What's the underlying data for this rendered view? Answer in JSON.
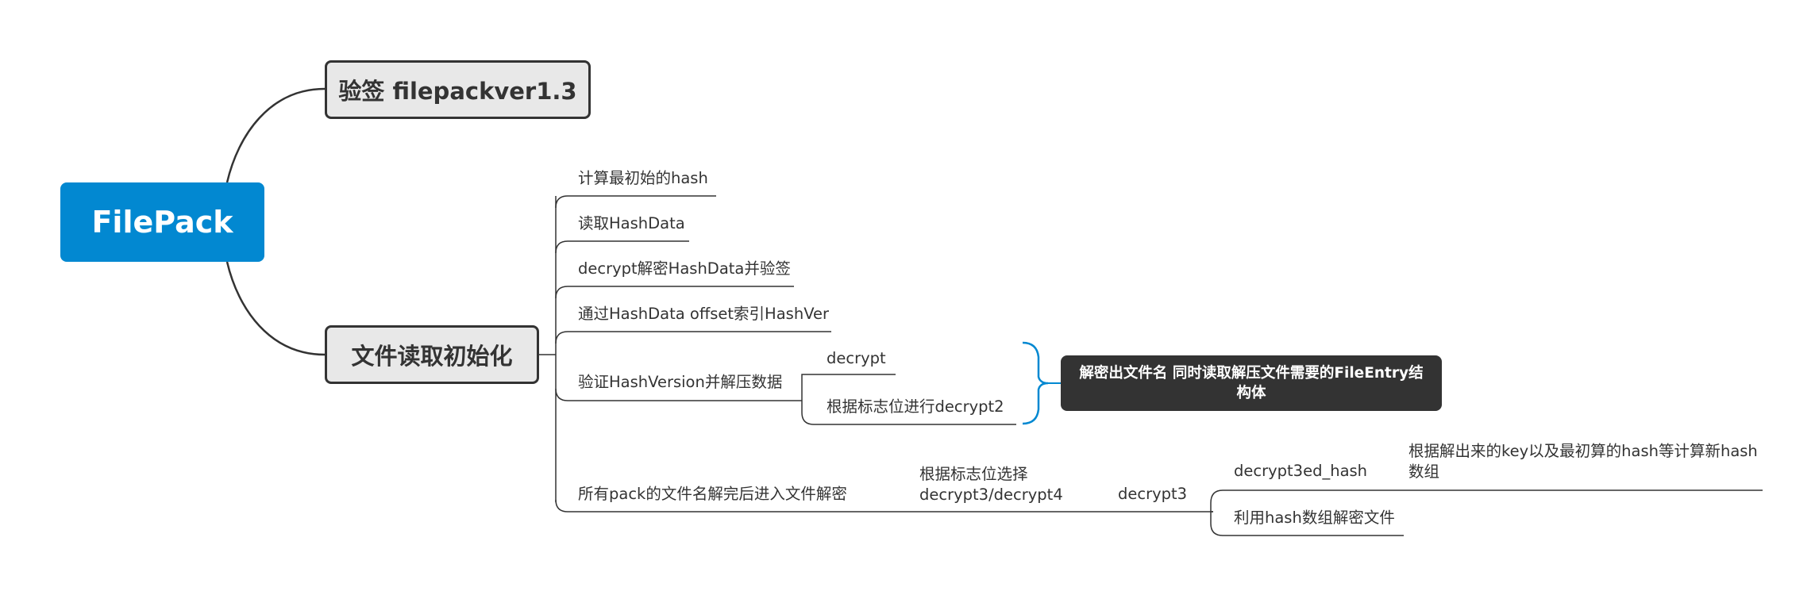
{
  "root": {
    "label": "FilePack"
  },
  "topics": {
    "verify": "验签 filepackver1.3",
    "init": "文件读取初始化"
  },
  "init_children": {
    "c1": "计算最初始的hash",
    "c2": "读取HashData",
    "c3": "decrypt解密HashData并验签",
    "c4": "通过HashData offset索引HashVer",
    "c5": "验证HashVersion并解压数据",
    "c6": "所有pack的文件名解完后进入文件解密"
  },
  "c5_children": {
    "decrypt": "decrypt",
    "decrypt2": "根据标志位进行decrypt2"
  },
  "summary": {
    "label": "解密出文件名 同时读取解压文件需要的FileEntry结构体"
  },
  "c6_chain": {
    "select": "根据标志位选择 decrypt3/decrypt4",
    "decrypt3": "decrypt3",
    "hash": "decrypt3ed_hash",
    "hash_detail": "根据解出来的key以及最初算的hash等计算新hash数组",
    "decrypt_file": "利用hash数组解密文件"
  },
  "colors": {
    "root": "#0288d1",
    "line": "#333333",
    "summary_brace": "#0288d1",
    "summary_bg": "#333333"
  }
}
